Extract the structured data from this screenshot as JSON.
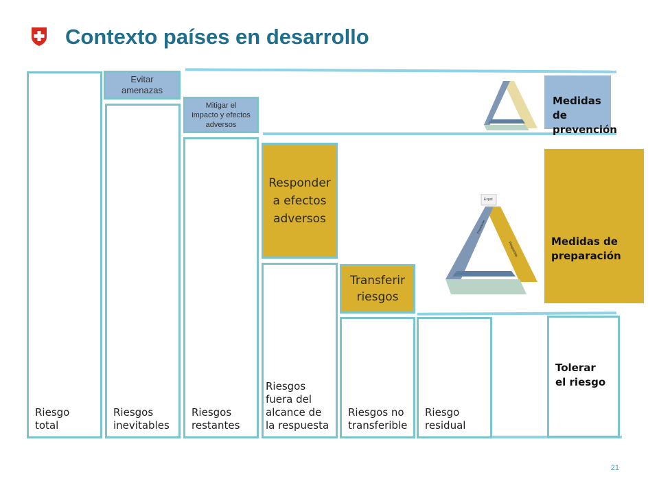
{
  "slide": {
    "title": "Contexto países en desarrollo",
    "page_number": "21"
  },
  "columns": [
    {
      "label": "Riesgo\ntotal"
    },
    {
      "label": "Riesgos\ninevitables"
    },
    {
      "label": "Riesgos\nrestantes"
    },
    {
      "label": "Riesgos\nfuera del\nalcance de\nla respuesta"
    },
    {
      "label": "Riesgos no\ntransferible"
    },
    {
      "label": "Riesgo\nresidual"
    }
  ],
  "actions": {
    "evitar": "Evitar\namenazas",
    "mitigar": "Mitigar el\nimpacto y efectos\nadversos",
    "responder": "Responder\na efectos\nadversos",
    "transferir": "Transferir\nriesgos",
    "tolerar": "Tolerar\nel riesgo"
  },
  "measures": {
    "prevencion": "Medidas\nde\nprevención",
    "preparacion": "Medidas de\npreparación"
  },
  "triangle_labels": {
    "top_label": "Expol",
    "side_1": "Respuesta",
    "side_2": "Preparación"
  },
  "colors": {
    "title": "#1f6e8c",
    "border": "#7bc4cc",
    "blue": "#9ab8d8",
    "gold": "#d9b02e"
  }
}
